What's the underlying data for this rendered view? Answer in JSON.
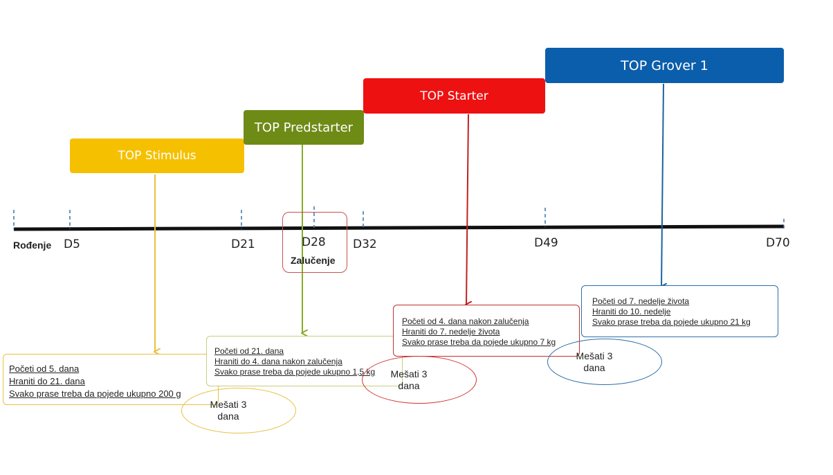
{
  "timeline": {
    "labels": {
      "birth": "Rođenje",
      "d5": "D5",
      "d21": "D21",
      "d28": "D28",
      "d32": "D32",
      "d49": "D49",
      "d70": "D70"
    },
    "weaning": "Zalučenje"
  },
  "stages": [
    {
      "name": "TOP Stimulus",
      "color": "#f5c000"
    },
    {
      "name": "TOP Predstarter",
      "color": "#6e8b16"
    },
    {
      "name": "TOP Starter",
      "color": "#ee1111"
    },
    {
      "name": "TOP Grover 1",
      "color": "#0b5eab"
    }
  ],
  "instructions": [
    {
      "lines": [
        "Početi od 5. dana",
        "Hraniti do 21. dana",
        "Svako prase treba da pojede ukupno 200 g"
      ],
      "border": "#e8c040"
    },
    {
      "lines": [
        "Početi od 21. dana",
        "Hraniti do 4. dana nakon zalučenja",
        "Svako prase treba da pojede ukupno 1,5 kg"
      ],
      "border": "#c8cc80"
    },
    {
      "lines": [
        "Početi od 4. dana nakon zalučenja",
        "Hraniti do 7. nedelje života",
        "Svako prase treba da pojede ukupno 7 kg"
      ],
      "border": "#c03030"
    },
    {
      "lines": [
        "Početi od 7. nedelje života",
        "Hraniti do 10. nedelje",
        "Svako prase treba da pojede ukupno 21 kg"
      ],
      "border": "#2d6ea8"
    }
  ],
  "mix_notes": [
    {
      "text": "Mešati 3\ndana",
      "border": "#e8c040"
    },
    {
      "text": "Mešati 3\ndana",
      "border": "#d03030"
    },
    {
      "text": "Mešati 3\ndana",
      "border": "#2d6ea8"
    }
  ]
}
